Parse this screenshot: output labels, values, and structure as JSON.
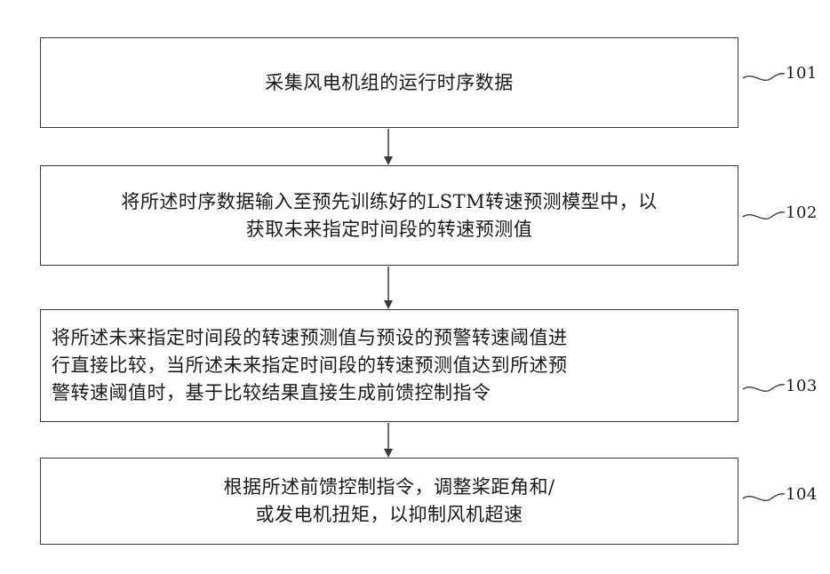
{
  "steps": [
    {
      "ref": "101",
      "lines": [
        "采集风电机组的运行时序数据"
      ]
    },
    {
      "ref": "102",
      "lines": [
        "将所述时序数据输入至预先训练好的LSTM转速预测模型中，以",
        "获取未来指定时间段的转速预测值"
      ]
    },
    {
      "ref": "103",
      "lines": [
        "将所述未来指定时间段的转速预测值与预设的预警转速阈值进",
        "行直接比较，当所述未来指定时间段的转速预测值达到所述预",
        "警转速阈值时，基于比较结果直接生成前馈控制指令"
      ]
    },
    {
      "ref": "104",
      "lines": [
        "根据所述前馈控制指令，调整桨距角和/",
        "或发电机扭矩，以抑制风机超速"
      ]
    }
  ],
  "colors": {
    "stroke": "#3a3a3a",
    "text": "#1a1a1a",
    "background": "#ffffff"
  }
}
